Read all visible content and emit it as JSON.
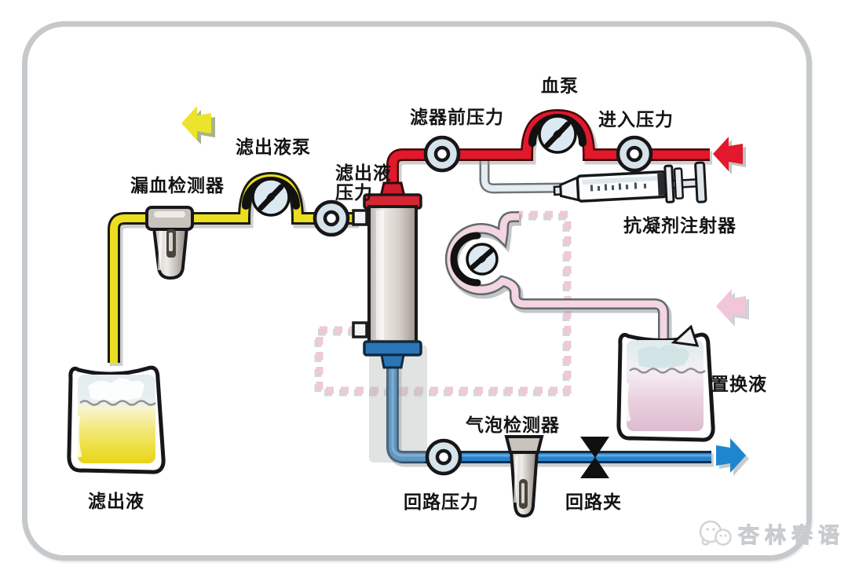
{
  "diagram": {
    "title_hint": "hemofiltration-circuit",
    "labels": {
      "blood_pump": "血泵",
      "prefilter_pressure": "滤器前压力",
      "inlet_pressure": "进入压力",
      "filtrate_pump": "滤出液泵",
      "blood_leak_detector": "漏血检测器",
      "filtrate_pressure_line1": "滤出液",
      "filtrate_pressure_line2": "压力",
      "anticoagulant_syringe": "抗凝剂注射器",
      "replacement_fluid": "置换液",
      "filtrate_bag": "滤出液",
      "return_pressure": "回路压力",
      "bubble_detector": "气泡检测器",
      "return_clamp": "回路夹"
    },
    "colors": {
      "blood_line": "#e2182b",
      "filtrate_line": "#ecdf1f",
      "return_line": "#2583cc",
      "replacement_tube": "#f3d6e1",
      "replacement_dashed": "#eec9d6",
      "frame_border": "#c6c9cb"
    },
    "icons": {
      "filtrate_out_arrow": "arrow-left-yellow",
      "blood_inlet_arrow": "arrow-left-red",
      "replacement_in_arrow": "arrow-left-pink",
      "blood_return_arrow": "arrow-right-blue",
      "watermark_logo": "wechat-bubbles"
    },
    "watermark": {
      "text": "杏林春语"
    }
  }
}
